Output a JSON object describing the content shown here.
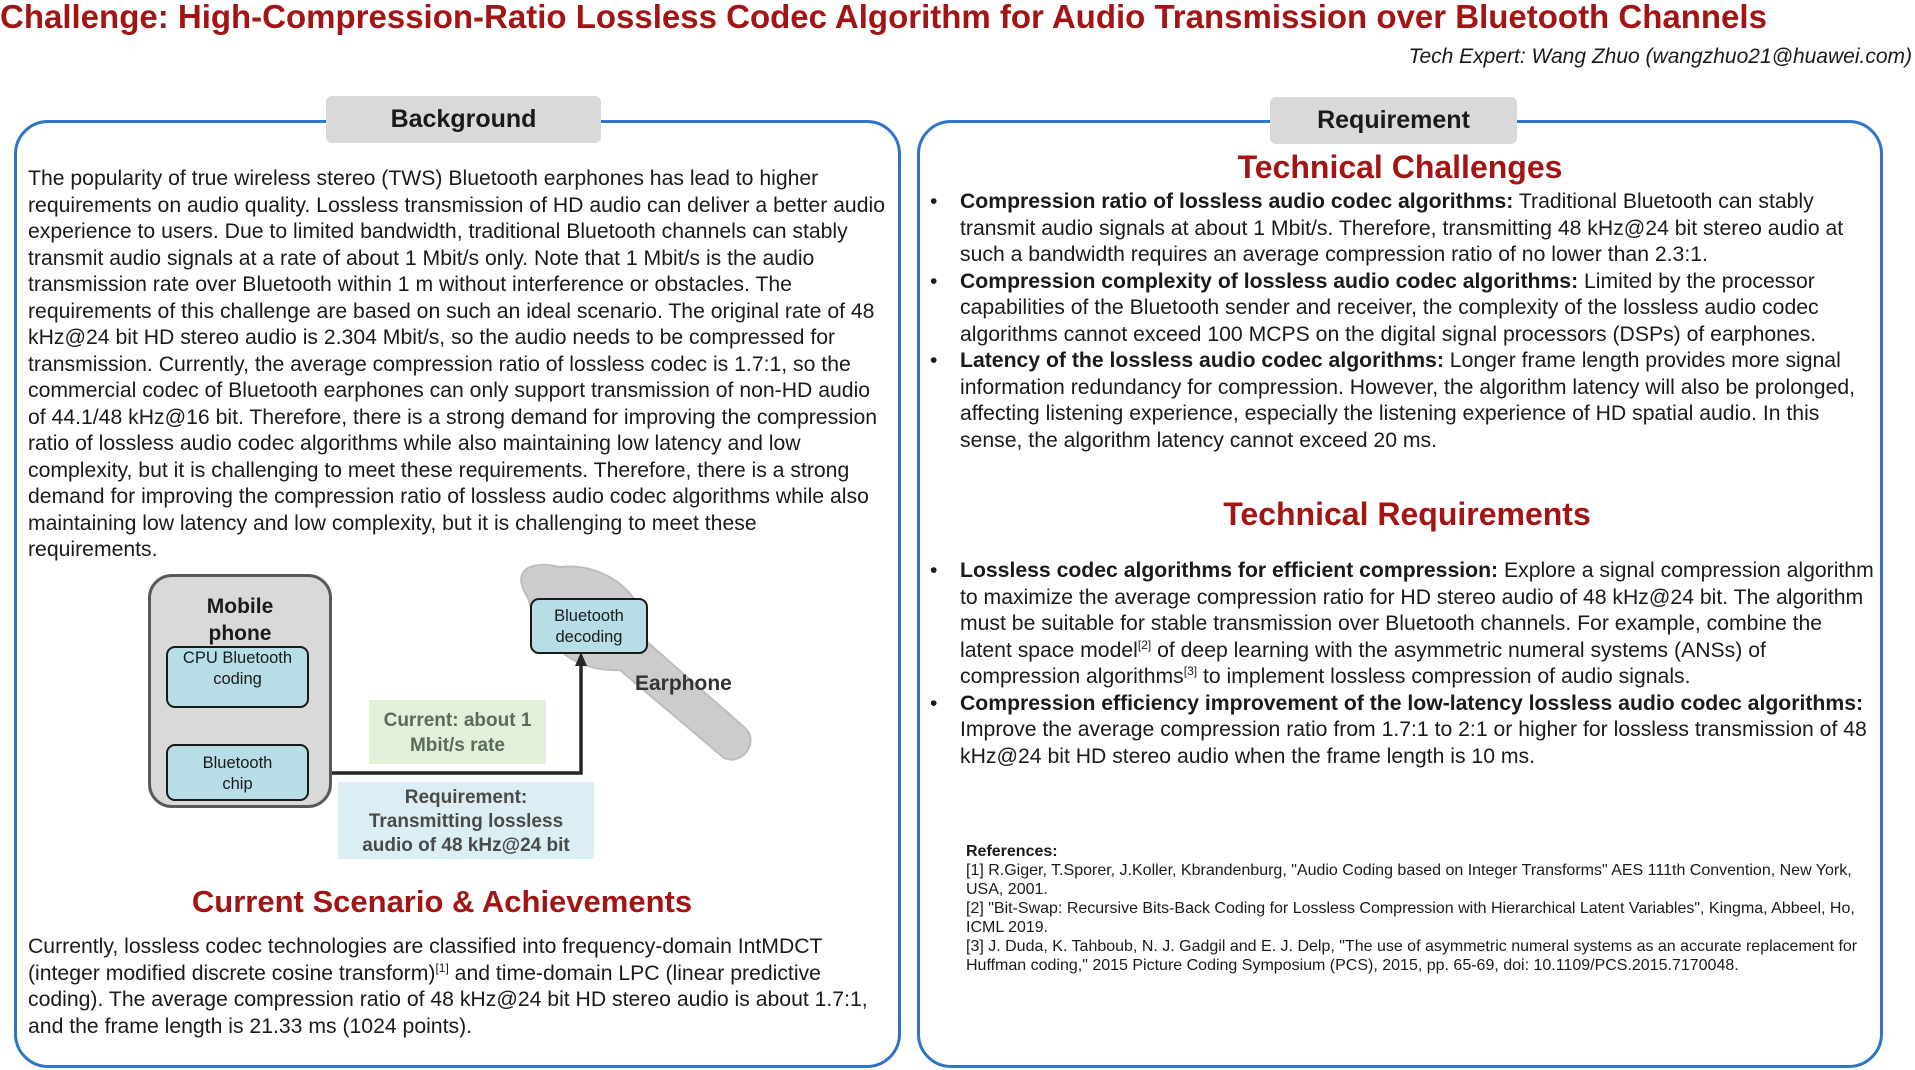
{
  "header": {
    "title": "Challenge: High-Compression-Ratio Lossless Codec Algorithm for Audio Transmission over Bluetooth Channels",
    "expert": "Tech Expert: Wang Zhuo (wangzhuo21@huawei.com)"
  },
  "background": {
    "tab_label": "Background",
    "text": "The popularity of true wireless stereo (TWS) Bluetooth earphones has lead to higher requirements on audio quality. Lossless transmission of HD audio can deliver a better audio experience to users. Due to limited bandwidth, traditional Bluetooth channels can stably transmit audio signals at a rate of about 1 Mbit/s only. Note that 1 Mbit/s is the audio transmission rate over Bluetooth within 1 m without interference or obstacles. The requirements of this challenge are based on such an ideal scenario. The original rate of 48 kHz@24 bit HD stereo audio is 2.304 Mbit/s, so the audio needs to be compressed for transmission. Currently, the average compression ratio of lossless codec is 1.7:1, so the commercial codec of Bluetooth earphones can only support transmission of non-HD audio of 44.1/48 kHz@16 bit. Therefore, there is a strong demand for improving the compression ratio of lossless audio codec algorithms while also maintaining low latency and low complexity, but it is challenging to meet these requirements. Therefore, there is a strong demand for improving the compression ratio of lossless audio codec algorithms while also maintaining low latency and low complexity, but it is challenging to meet these requirements."
  },
  "diagram": {
    "phone_label": "Mobile phone",
    "cpu_box": "CPU Bluetooth coding",
    "chip_box": "Bluetooth chip",
    "decoding_box": "Bluetooth decoding",
    "earphone_label": "Earphone",
    "current_box": "Current: about 1 Mbit/s rate",
    "requirement_box": "Requirement: Transmitting lossless audio of 48 kHz@24 bit"
  },
  "scenario": {
    "heading": "Current Scenario & Achievements",
    "text_a": "Currently, lossless codec technologies are classified into frequency-domain IntMDCT (integer modified discrete cosine transform)",
    "sup": "[1]",
    "text_b": " and time-domain LPC (linear predictive coding). The average compression ratio of 48 kHz@24 bit HD stereo audio is about 1.7:1, and the frame length is 21.33 ms (1024 points)."
  },
  "requirement": {
    "tab_label": "Requirement",
    "challenges_heading": "Technical Challenges",
    "challenges": [
      {
        "bold": "Compression ratio of lossless audio codec algorithms:",
        "text": " Traditional Bluetooth can stably transmit audio signals at about 1 Mbit/s. Therefore, transmitting 48 kHz@24 bit stereo audio at such a bandwidth requires an average compression ratio of no lower than 2.3:1."
      },
      {
        "bold": "Compression complexity of lossless audio codec algorithms:",
        "text": " Limited by the processor capabilities of the Bluetooth sender and receiver, the complexity of the lossless audio codec algorithms cannot exceed 100 MCPS on the digital signal processors (DSPs) of earphones."
      },
      {
        "bold": "Latency of the lossless audio codec algorithms:",
        "text": " Longer frame length provides more signal information redundancy for compression. However, the algorithm latency will also be prolonged, affecting listening experience, especially the listening experience of HD spatial audio. In this sense, the algorithm latency cannot exceed 20 ms."
      }
    ],
    "requirements_heading": "Technical Requirements",
    "req1_bold": "Lossless codec algorithms for efficient compression:",
    "req1_a": " Explore a signal compression algorithm to maximize the average compression ratio for HD stereo audio of 48 kHz@24 bit. The algorithm must be suitable for stable transmission over Bluetooth channels. For example, combine the latent space model",
    "req1_sup1": "[2]",
    "req1_b": " of deep learning with the asymmetric numeral systems (ANSs) of compression algorithms",
    "req1_sup2": "[3]",
    "req1_c": "  to implement lossless compression of audio signals.",
    "req2_bold": "Compression efficiency improvement of the low-latency lossless audio codec algorithms:",
    "req2_text": " Improve the average compression ratio from 1.7:1 to 2:1 or higher for lossless transmission of 48 kHz@24 bit HD stereo audio when the frame length is 10 ms."
  },
  "references": {
    "title": "References:",
    "items": [
      "[1] R.Giger, T.Sporer, J.Koller, Kbrandenburg, \"Audio Coding based on Integer Transforms\" AES 111th Convention, New York, USA, 2001.",
      "[2] \"Bit-Swap: Recursive Bits-Back Coding for Lossless Compression with Hierarchical Latent Variables\", Kingma, Abbeel, Ho, ICML 2019.",
      "[3] J. Duda, K. Tahboub, N. J. Gadgil and E. J. Delp, \"The use of asymmetric numeral systems as an accurate replacement for Huffman coding,\" 2015 Picture Coding Symposium (PCS), 2015, pp. 65-69, doi: 10.1109/PCS.2015.7170048."
    ]
  },
  "colors": {
    "accent_red": "#a31515",
    "panel_blue": "#2e74c7"
  }
}
